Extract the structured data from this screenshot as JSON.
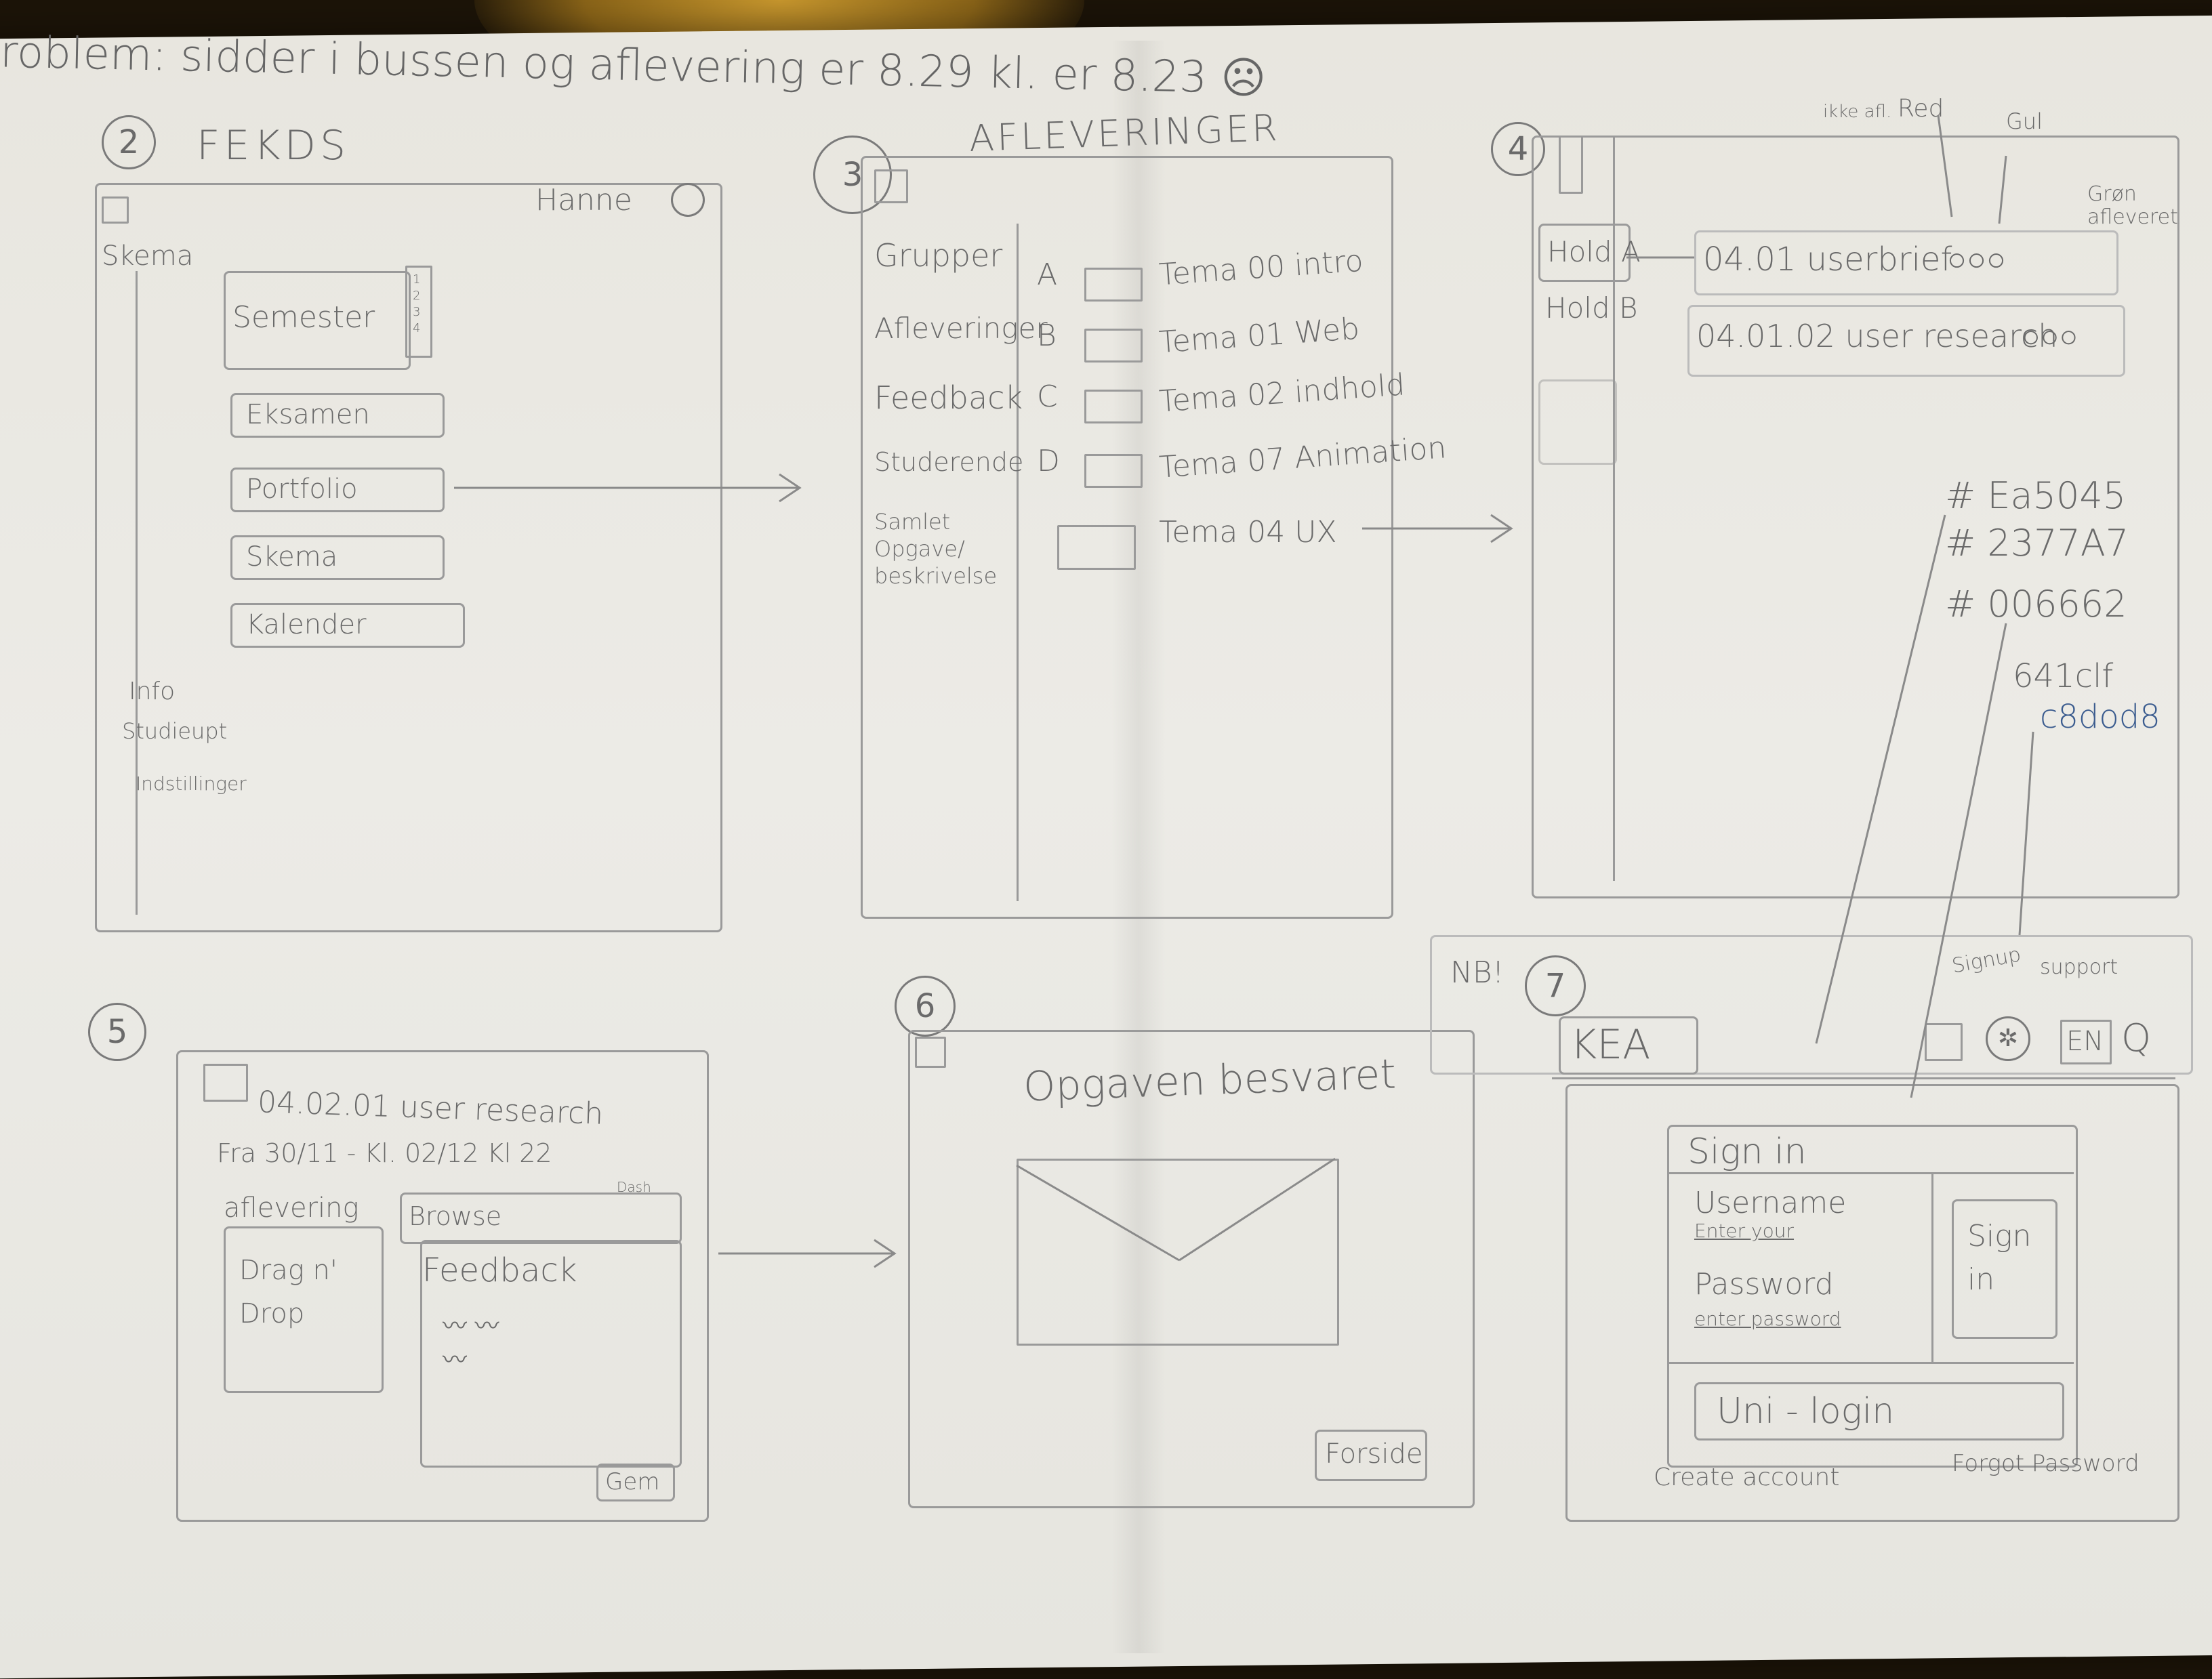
{
  "header_note": "roblem: sidder i bussen og aflevering er 8.29 kl. er 8.23 ☹",
  "screens": {
    "s2": {
      "number": "2",
      "title": "FEKDS",
      "user": "Hanne",
      "nav_label": "Skema",
      "semester": "Semester",
      "menu": [
        "Eksamen",
        "Portfolio",
        "Skema",
        "Kalender"
      ],
      "bottom_links": [
        "Info",
        "Studieupt",
        "Indstillinger"
      ]
    },
    "s3": {
      "number": "3",
      "title": "AFLEVERINGER",
      "side_menu": [
        "Grupper",
        "Afleveringer",
        "Feedback",
        "Studerende",
        "Samlet Opgave/ beskrivelse"
      ],
      "items": [
        {
          "letter": "A",
          "label": "Tema 00 intro"
        },
        {
          "letter": "B",
          "label": "Tema 01 Web"
        },
        {
          "letter": "C",
          "label": "Tema 02 indhold"
        },
        {
          "letter": "D",
          "label": "Tema 07 Animation"
        },
        {
          "letter": "",
          "label": "Tema 04 UX"
        }
      ]
    },
    "s4": {
      "number": "4",
      "teams": [
        "Hold A",
        "Hold B"
      ],
      "rows": [
        "04.01 userbrief",
        "04.01.02 user research"
      ],
      "legend": [
        "ikke afl.",
        "Red",
        "Gul",
        "Grøn afleveret"
      ],
      "colors": [
        "# Ea5045",
        "# 2377A7",
        "# 006662",
        "641clf",
        "c8dod8"
      ]
    },
    "s5": {
      "number": "5",
      "title": "04.02.01 user research",
      "dates": "Fra 30/11 - Kl. 02/12 Kl 22",
      "deadline_note": "Dash",
      "upload_label": "aflevering",
      "browse": "Browse",
      "drag_drop": "Drag n' Drop",
      "feedback": "Feedback",
      "save": "Gem"
    },
    "s6": {
      "number": "6",
      "message": "Opgaven besvaret",
      "forward": "Forside"
    },
    "s7": {
      "number": "7",
      "nb": "NB!",
      "logo": "KEA",
      "lang": "EN",
      "signup_note": "Signup",
      "support_note": "support",
      "signin_title": "Sign in",
      "username_label": "Username",
      "username_placeholder": "Enter your",
      "password_label": "Password",
      "password_placeholder": "enter password",
      "signin_button": "Sign in",
      "uni_login": "Uni - login",
      "create_account": "Create account",
      "forgot_password": "Forgot Password"
    }
  }
}
